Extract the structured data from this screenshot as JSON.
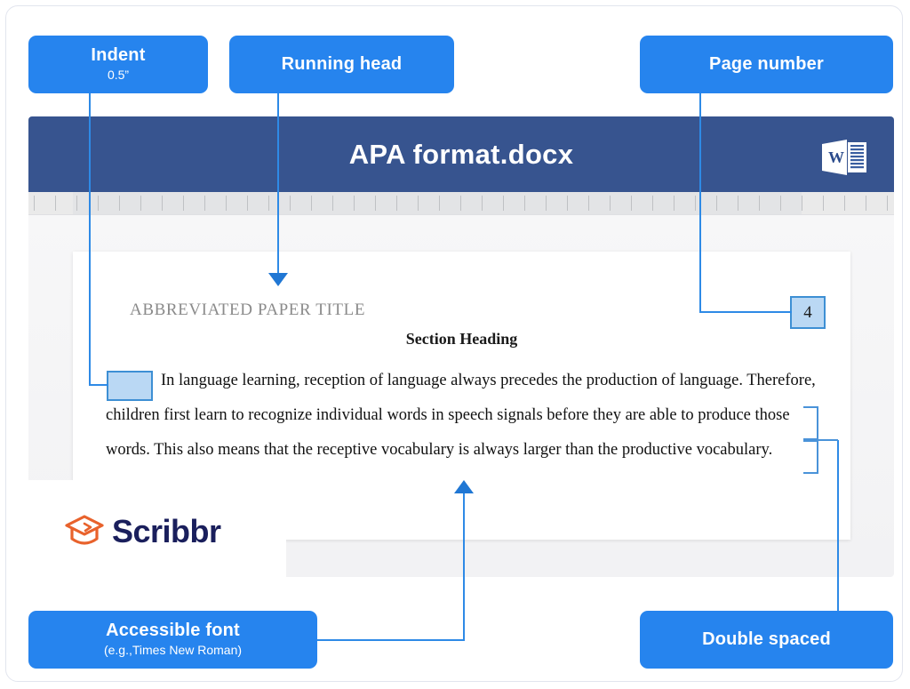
{
  "callouts": {
    "indent": {
      "title": "Indent",
      "subtitle": "0.5”"
    },
    "running_head": {
      "title": "Running head",
      "subtitle": ""
    },
    "page_number": {
      "title": "Page number",
      "subtitle": ""
    },
    "font": {
      "title": "Accessible font",
      "subtitle": "(e.g.,Times New Roman)"
    },
    "spacing": {
      "title": "Double spaced",
      "subtitle": ""
    }
  },
  "word_window": {
    "title": "APA format.docx",
    "app_icon": "word-icon"
  },
  "document": {
    "running_head": "ABBREVIATED PAPER TITLE",
    "page_number": "4",
    "section_heading": "Section Heading",
    "body_text": "In language learning, reception of language always precedes the production of language. Therefore, children first learn to recognize individual words in speech signals before they are able to produce those words. This also means that the receptive vocabulary is always larger than the productive vocabulary."
  },
  "branding": {
    "name": "Scribbr",
    "logo_icon": "graduation-cap-icon"
  },
  "colors": {
    "callout_blue": "#2684ee",
    "titlebar_blue": "#37548f",
    "connector_blue": "#2e8ae6",
    "highlight_fill": "#bad8f4",
    "highlight_border": "#3d8fd4",
    "logo_navy": "#1a1f5c",
    "logo_orange": "#e8622c"
  }
}
